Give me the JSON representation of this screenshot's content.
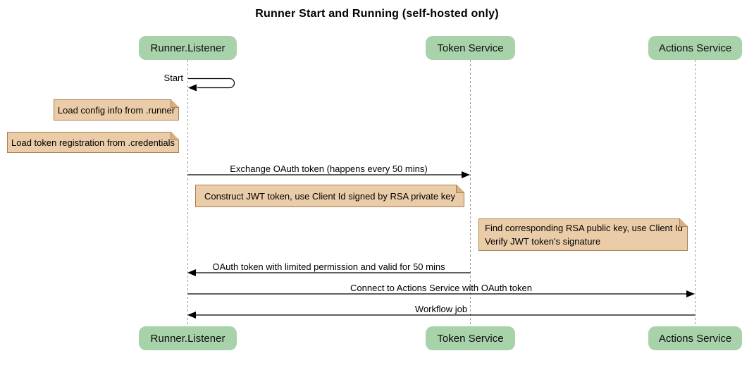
{
  "title": "Runner Start and Running (self-hosted only)",
  "participants": [
    {
      "label": "Runner.Listener"
    },
    {
      "label": "Token Service"
    },
    {
      "label": "Actions Service"
    }
  ],
  "messages": {
    "self_start": "Start",
    "exchange": "Exchange OAuth token (happens every 50 mins)",
    "oauth_return": "OAuth token with limited permission and valid for 50 mins",
    "connect": "Connect to Actions Service with OAuth token",
    "workflow": "Workflow job"
  },
  "notes": {
    "load_config": "Load config info from .runner",
    "load_token": "Load token registration from .credentials",
    "construct_jwt": "Construct JWT token, use Client Id signed by RSA private key",
    "find_rsa_line1": "Find corresponding RSA public key, use Client Id",
    "find_rsa_line2": "Verify JWT token's signature"
  },
  "colors": {
    "actor_fill": "#a8d2aa",
    "note_fill": "#ebcca8",
    "note_border": "#a98053",
    "lifeline": "#999999",
    "message_line": "#000000",
    "background": "#ffffff"
  }
}
